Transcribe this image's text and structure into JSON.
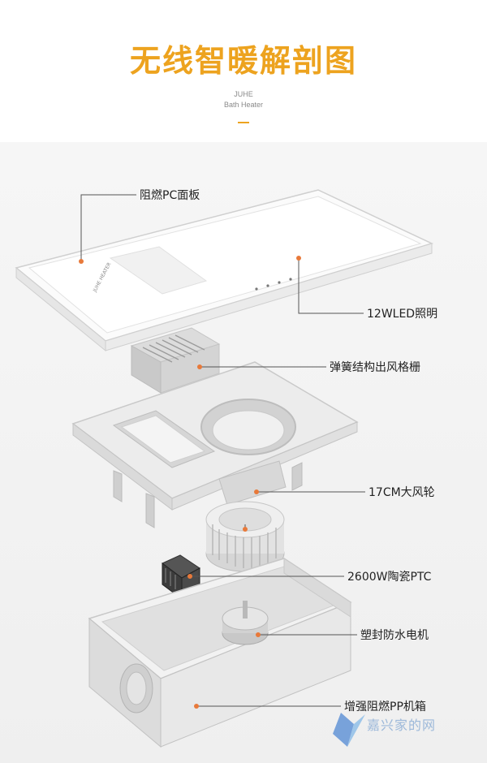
{
  "header": {
    "title": "无线智暖解剖图",
    "brand": "JUHE",
    "product": "Bath Heater"
  },
  "panel_brand": "JUHE HEATER",
  "labels": {
    "panel": "阻燃PC面板",
    "led": "12WLED照明",
    "grille": "弹簧结构出风格栅",
    "wheel": "17CM大风轮",
    "ptc": "2600W陶瓷PTC",
    "motor": "塑封防水电机",
    "box": "增强阻燃PP机箱"
  },
  "watermark": "嘉兴家的网",
  "colors": {
    "title": "#eda31f",
    "dot": "#e8793a",
    "line": "#555555"
  }
}
